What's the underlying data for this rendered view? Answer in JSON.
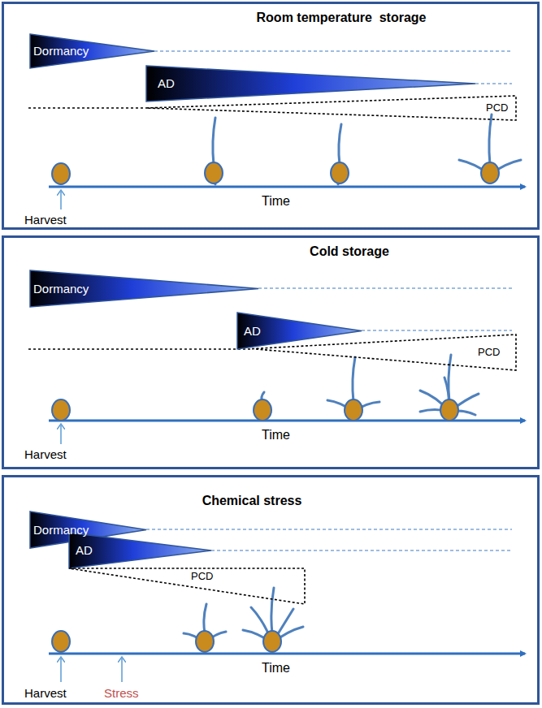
{
  "diagram": {
    "nodes": [
      {
        "text": [
          "Room temperature  storage"
        ]
      },
      {
        "text": [
          "Dormancy"
        ],
        "in": 0
      },
      {
        "text": [
          "AD"
        ],
        "in": 0
      },
      {
        "text": [
          "PCD"
        ],
        "in": 0
      },
      {
        "text": [
          "Cold storage"
        ]
      },
      {
        "text": [
          "Dormancy"
        ],
        "in": 4
      },
      {
        "text": [
          "AD"
        ],
        "in": 4
      },
      {
        "text": [
          "PCD"
        ],
        "in": 4
      },
      {
        "text": [
          "Chemical stress"
        ]
      },
      {
        "text": [
          "Dormancy"
        ],
        "in": 8
      },
      {
        "text": [
          "AD"
        ],
        "in": 8
      },
      {
        "text": [
          "PCD"
        ],
        "in": 8
      }
    ],
    "labels": [
      "Time",
      "Harvest",
      "Time",
      "Harvest",
      "Time",
      "Harvest",
      "Stress"
    ]
  }
}
